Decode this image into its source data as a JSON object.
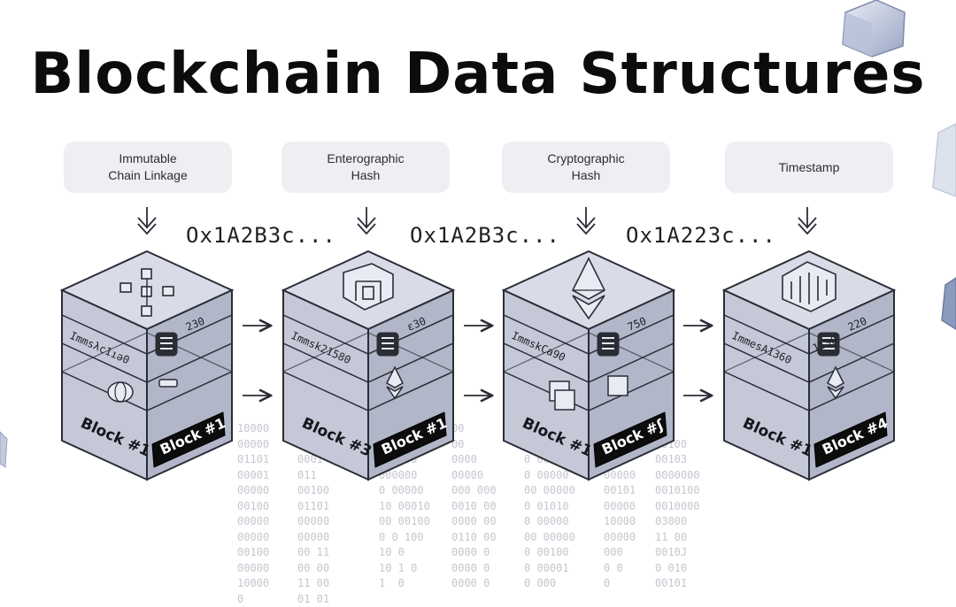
{
  "title": "Blockchain Data Structures",
  "labels": [
    "Immutable\nChain Linkage",
    "Enterographic\nHash",
    "Cryptographic\nHash",
    "Timestamp"
  ],
  "hashes": [
    "Ox1A2B3c...",
    "Ox1A2B3c...",
    "Ox1A223c..."
  ],
  "blocks": [
    {
      "side_label": "Block #1",
      "front_label": "Block #1",
      "mid_text": "Immsλc1ıə0",
      "mid_num": "230"
    },
    {
      "side_label": "Block #3",
      "front_label": "Block #1",
      "mid_text": "Immsk21580",
      "mid_num": "ɛ30"
    },
    {
      "side_label": "Block #1",
      "front_label": "Block #ʃ",
      "mid_text": "ImmskCa90",
      "mid_num": "750"
    },
    {
      "side_label": "Block #1",
      "front_label": "Block #4",
      "mid_text": "ImmesA1360",
      "mid_num": "220",
      "mid_num2": "1ı30"
    }
  ],
  "binary": [
    "10000\n00000\n01101\n00001\n00000\n00100\n00000\n00000\n00100\n00000\n10000\n0",
    "0000\n0000\n0001\n011\n00100\n01101\n00000\n00000\n00 11\n00 00\n11 00\n01 01",
    "0\n1 00\n0 0000\n000000\n0 00000\n10 00010\n00 00100\n0 0 100\n10 0\n10 1 0\n1  0",
    "00\n00\n0000\n00000\n000 000\n0010 00\n0000 00\n0110 00\n0000 0\n0000 0\n0000 0",
    "00\n00\n0 00000\n0 00000\n00 00000\n0 01010\n0 00000\n00 00000\n0 00100\n0 00001\n0 000",
    "100\n000\n0000\n00000\n00101\n00000\n10000\n00000\n000\n0 0\n0",
    "00\n00100\n00103\n0000000\n0010100\n0010000\n03000\n11 00\n0010J\n0 010\n00101"
  ],
  "colors": {
    "cube_light": "#d9dce7",
    "cube_mid": "#c4c8d7",
    "cube_dark": "#b1b6c8",
    "outline": "#2a2d36",
    "badge": "#0c0c0c"
  }
}
